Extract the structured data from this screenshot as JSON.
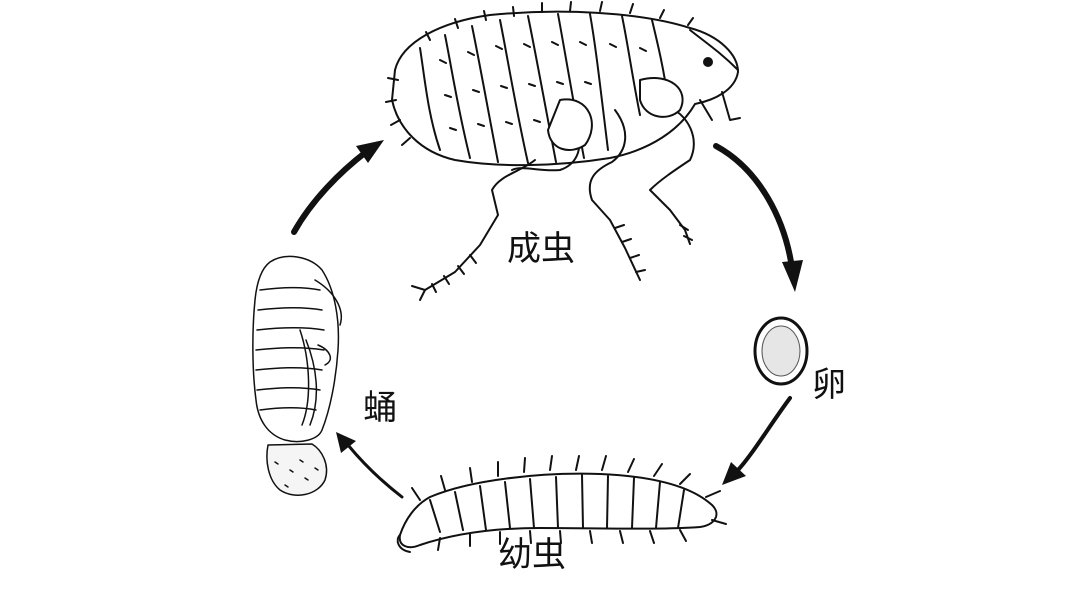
{
  "labels": {
    "adult": "成虫",
    "egg": "卵",
    "larva": "幼虫",
    "pupa": "蛹"
  },
  "colors": {
    "ink": "#111111",
    "egg_fill": "#e6e6e6",
    "body_fill": "#ffffff"
  }
}
